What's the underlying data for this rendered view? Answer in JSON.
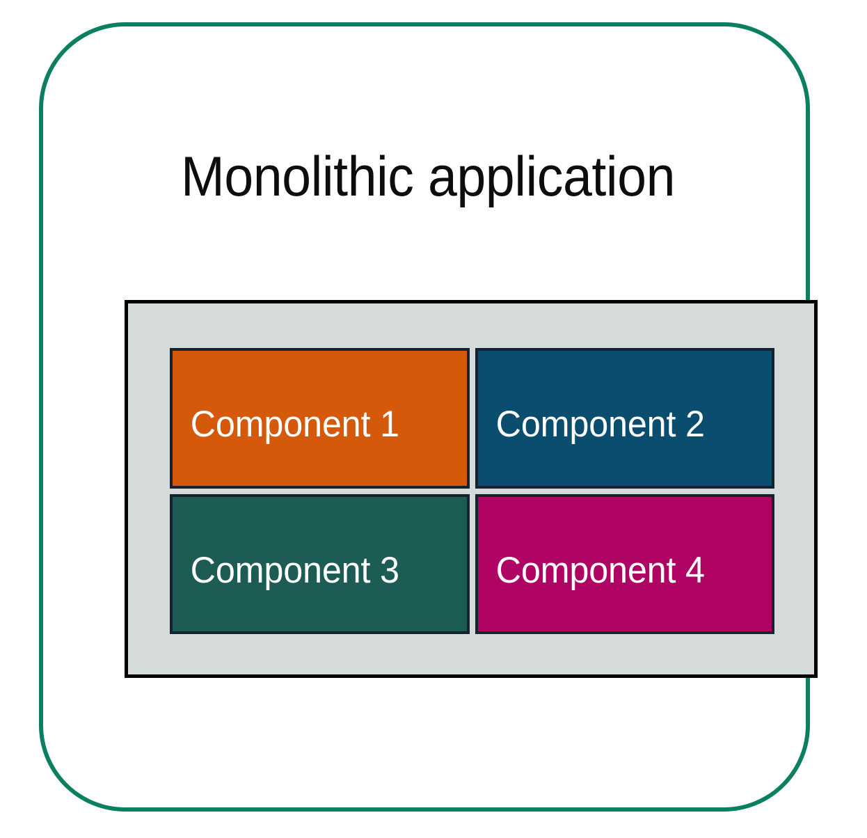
{
  "diagram": {
    "title": "Monolithic application",
    "outer_border_color": "#0B8060",
    "panel_background_color": "#D5DBDB",
    "panel_border_color": "#000000",
    "component_border_color": "#16222E",
    "component_label_color": "#FFFFFF",
    "title_color": "#0D0D0D",
    "components": [
      {
        "label": "Component 1",
        "color": "#D4590A"
      },
      {
        "label": "Component 2",
        "color": "#0B4D6E"
      },
      {
        "label": "Component 3",
        "color": "#1D5C54"
      },
      {
        "label": "Component 4",
        "color": "#B00465"
      }
    ]
  }
}
